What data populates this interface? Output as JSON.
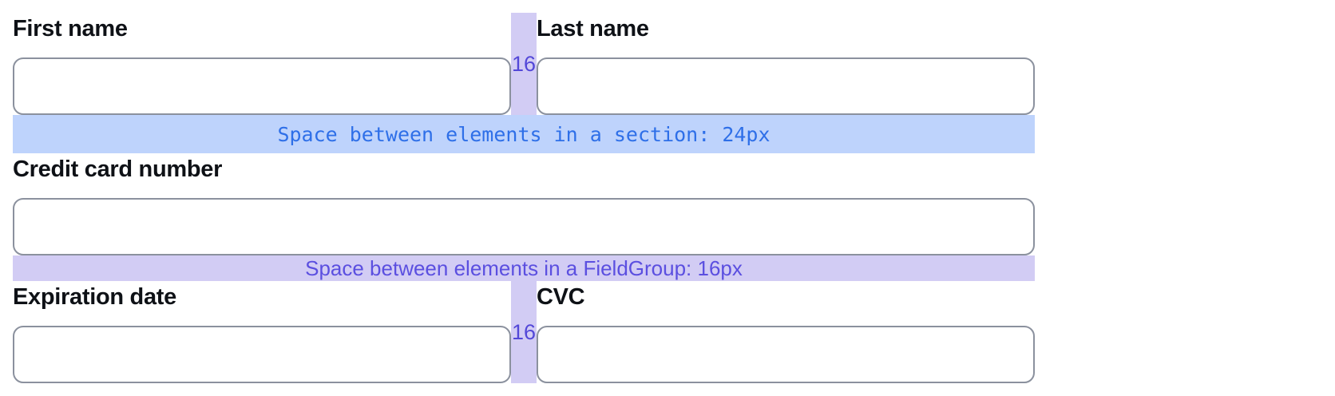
{
  "colors": {
    "section_gap_bg": "#bed3fc",
    "section_gap_text": "#2e6fe8",
    "fieldgroup_gap_bg": "#d2ccf4",
    "fieldgroup_gap_text": "#5b4fe0",
    "column_gap_bg": "#d2ccf4",
    "column_gap_text": "#5348d8",
    "input_border": "#8b919e",
    "label_text": "#0e1116"
  },
  "form": {
    "name_row": {
      "fields": [
        {
          "label": "First name"
        },
        {
          "label": "Last name"
        }
      ],
      "gap_label": "16"
    },
    "section_gap": {
      "text": "Space between elements in a section: 24px"
    },
    "card_row": {
      "fields": [
        {
          "label": "Credit card number"
        }
      ]
    },
    "fieldgroup_gap": {
      "text": "Space between elements in a FieldGroup: 16px"
    },
    "expiry_row": {
      "fields": [
        {
          "label": "Expiration date"
        },
        {
          "label": "CVC"
        }
      ],
      "gap_label": "16"
    }
  }
}
